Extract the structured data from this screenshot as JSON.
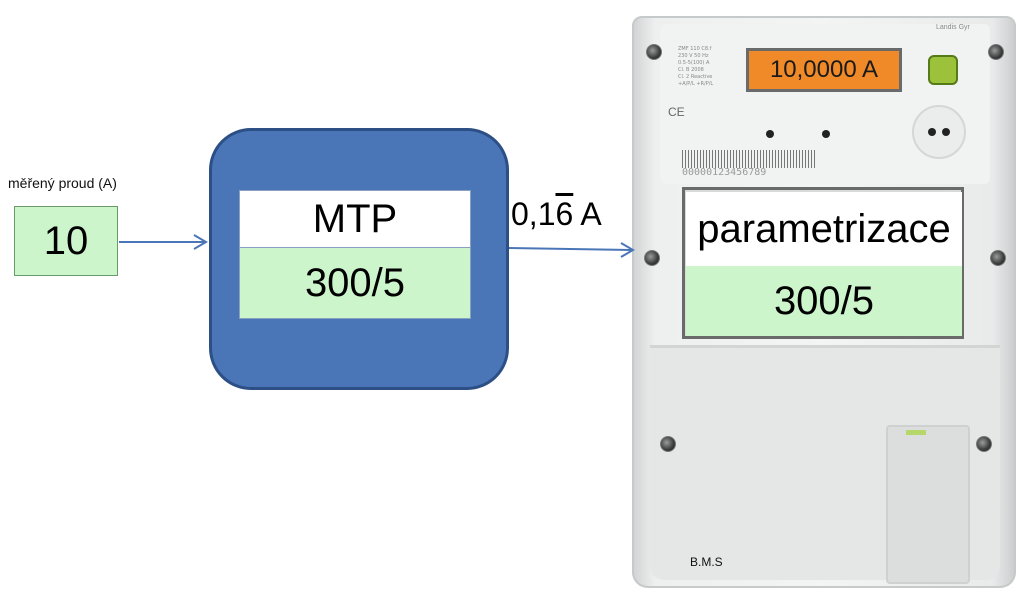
{
  "input": {
    "label": "měřený proud (A)",
    "value": "10"
  },
  "mtp": {
    "title": "MTP",
    "ratio": "300/5"
  },
  "secondary_current": {
    "prefix": "0,1",
    "repeating_digit": "6",
    "unit": " A"
  },
  "meter": {
    "display_value": "10,0000 A",
    "param_title": "parametrizace",
    "param_ratio": "300/5",
    "watermark": "B.M.S",
    "ce_mark": "CE",
    "serial": "00000123456789",
    "brand": "Landis Gyr",
    "display_color": "#f08a28"
  },
  "colors": {
    "mtp_block": "#4a76b8",
    "green_box": "#ccf5cc",
    "arrow": "#4a76b8"
  }
}
